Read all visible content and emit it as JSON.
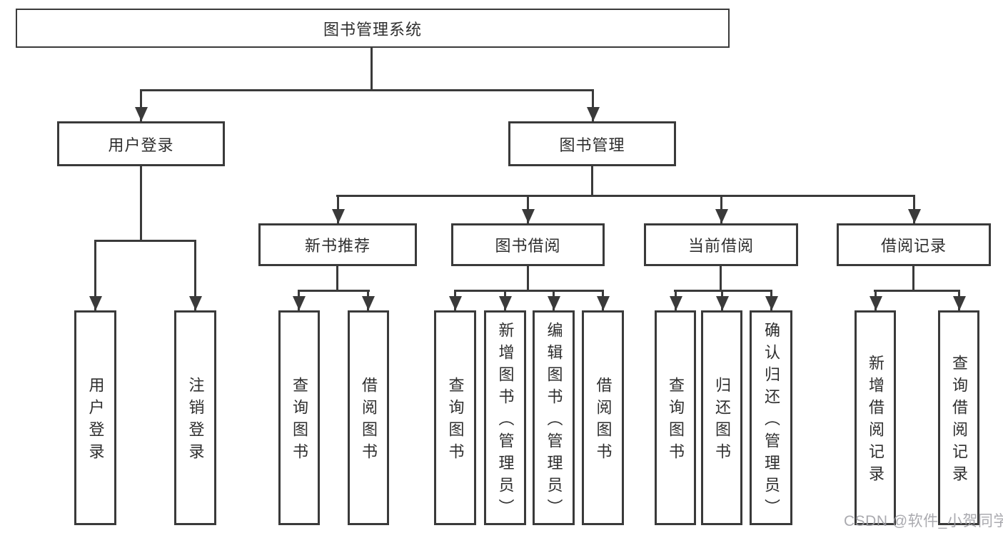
{
  "diagram": {
    "root": {
      "label": "图书管理系统"
    },
    "user_login": {
      "label": "用户登录",
      "leaves": [
        "用户登录",
        "注销登录"
      ]
    },
    "book_mgmt": {
      "label": "图书管理",
      "groups": [
        {
          "label": "新书推荐",
          "leaves": [
            "查询图书",
            "借阅图书"
          ]
        },
        {
          "label": "图书借阅",
          "leaves": [
            "查询图书",
            "新增图书（管理员）",
            "编辑图书（管理员）",
            "借阅图书"
          ]
        },
        {
          "label": "当前借阅",
          "leaves": [
            "查询图书",
            "归还图书",
            "确认归还（管理员）"
          ]
        },
        {
          "label": "借阅记录",
          "leaves": [
            "新增借阅记录",
            "查询借阅记录"
          ]
        }
      ]
    }
  },
  "watermark": {
    "text": "CSDN @软件_小贺同学"
  },
  "colors": {
    "line": "#3a3a3a",
    "box_border": "#3a3a3a",
    "text": "#2e2e2e",
    "watermark": "#9e9ea4"
  }
}
